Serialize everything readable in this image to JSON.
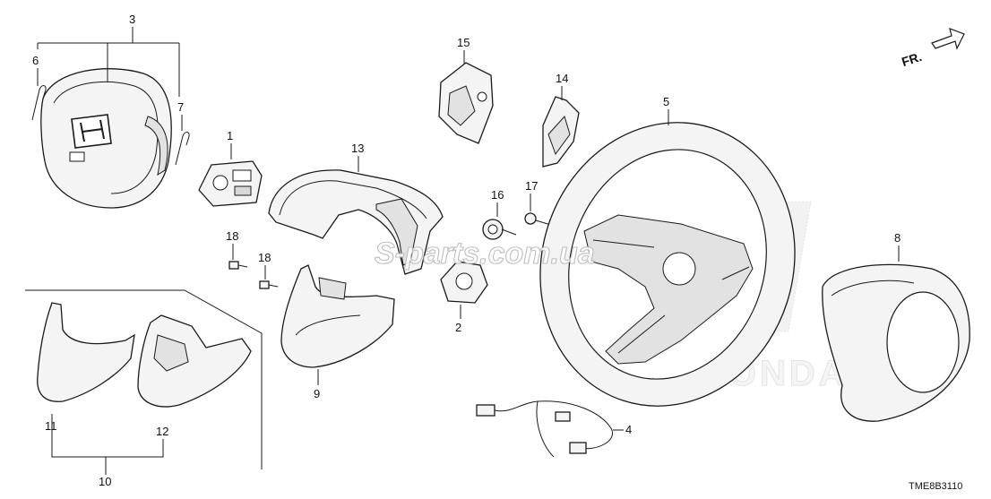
{
  "diagram": {
    "drawing_code": "TME8B3110",
    "direction_label": "FR.",
    "watermark_text": "S-parts.com.ua",
    "logo_watermark_text": "HONDA",
    "callouts": {
      "c1": "1",
      "c2": "2",
      "c3": "3",
      "c4": "4",
      "c5": "5",
      "c6": "6",
      "c7": "7",
      "c8": "8",
      "c9": "9",
      "c10": "10",
      "c11": "11",
      "c12": "12",
      "c13": "13",
      "c14": "14",
      "c15": "15",
      "c16": "16",
      "c17": "17",
      "c18a": "18",
      "c18b": "18"
    }
  }
}
